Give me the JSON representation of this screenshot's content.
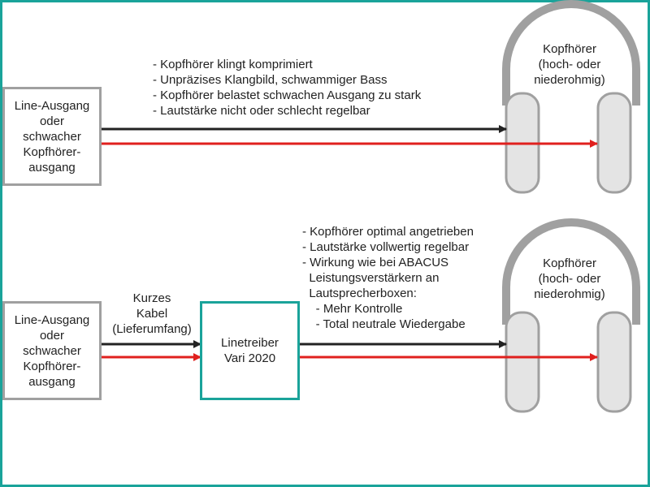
{
  "colors": {
    "frame": "#1aa39a",
    "box_gray": "#a0a0a0",
    "arrow_black": "#222222",
    "arrow_red": "#e0201e",
    "headphone": "#a0a0a0",
    "cup_fill": "#e4e4e4"
  },
  "top": {
    "source_label": "Line-Ausgang\noder\nschwacher\nKopfhörer-\nausgang",
    "notes": [
      "- Kopfhörer klingt komprimiert",
      "- Unpräzises Klangbild, schwammiger Bass",
      "- Kopfhörer belastet schwachen Ausgang zu stark",
      "- Lautstärke nicht oder schlecht regelbar"
    ],
    "headphone_label": "Kopfhörer\n(hoch- oder\nniederohmig)"
  },
  "bottom": {
    "source_label": "Line-Ausgang\noder\nschwacher\nKopfhörer-\nausgang",
    "cable_label": "Kurzes\nKabel\n(Lieferumfang)",
    "driver_label": "Linetreiber\nVari 2020",
    "notes": [
      "- Kopfhörer optimal angetrieben",
      "- Lautstärke vollwertig regelbar",
      "- Wirkung wie bei ABACUS",
      "  Leistungsverstärkern an",
      "  Lautsprecherboxen:",
      "    - Mehr Kontrolle",
      "    - Total neutrale Wiedergabe"
    ],
    "headphone_label": "Kopfhörer\n(hoch- oder\nniederohmig)"
  }
}
